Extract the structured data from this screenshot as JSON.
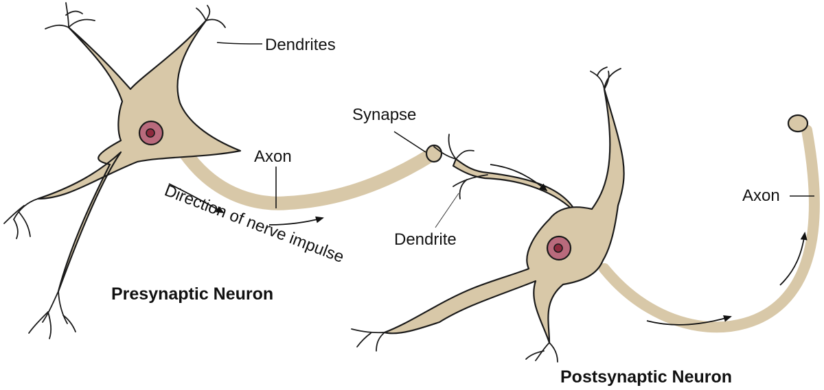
{
  "labels": {
    "dendrites": "Dendrites",
    "synapse": "Synapse",
    "axon_pre": "Axon",
    "direction": "Direction of nerve impulse",
    "dendrite": "Dendrite",
    "axon_post": "Axon",
    "presynaptic": "Presynaptic Neuron",
    "postsynaptic": "Postsynaptic Neuron"
  },
  "colors": {
    "cytoplasm": "#d8c8a8",
    "nucleus": "#b96a7c",
    "nucleolus": "#8e2a3e",
    "outline": "#1a1a1a"
  }
}
